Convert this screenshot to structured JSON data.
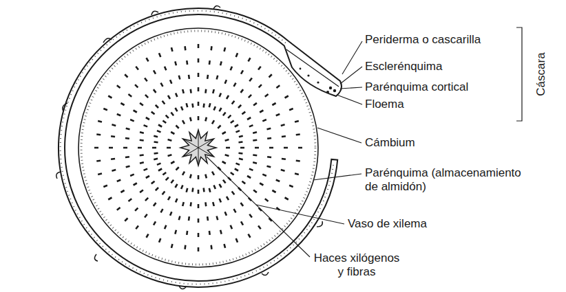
{
  "diagram": {
    "labels": [
      "Periderma o cascarilla",
      "Esclerénquima",
      "Parénquima cortical",
      "Floema",
      "Cáscara",
      "Cámbium",
      "Parénquima (almacenamiento de almidón)",
      "Vaso de xilema",
      "Haces xilógenos y fibras"
    ]
  }
}
